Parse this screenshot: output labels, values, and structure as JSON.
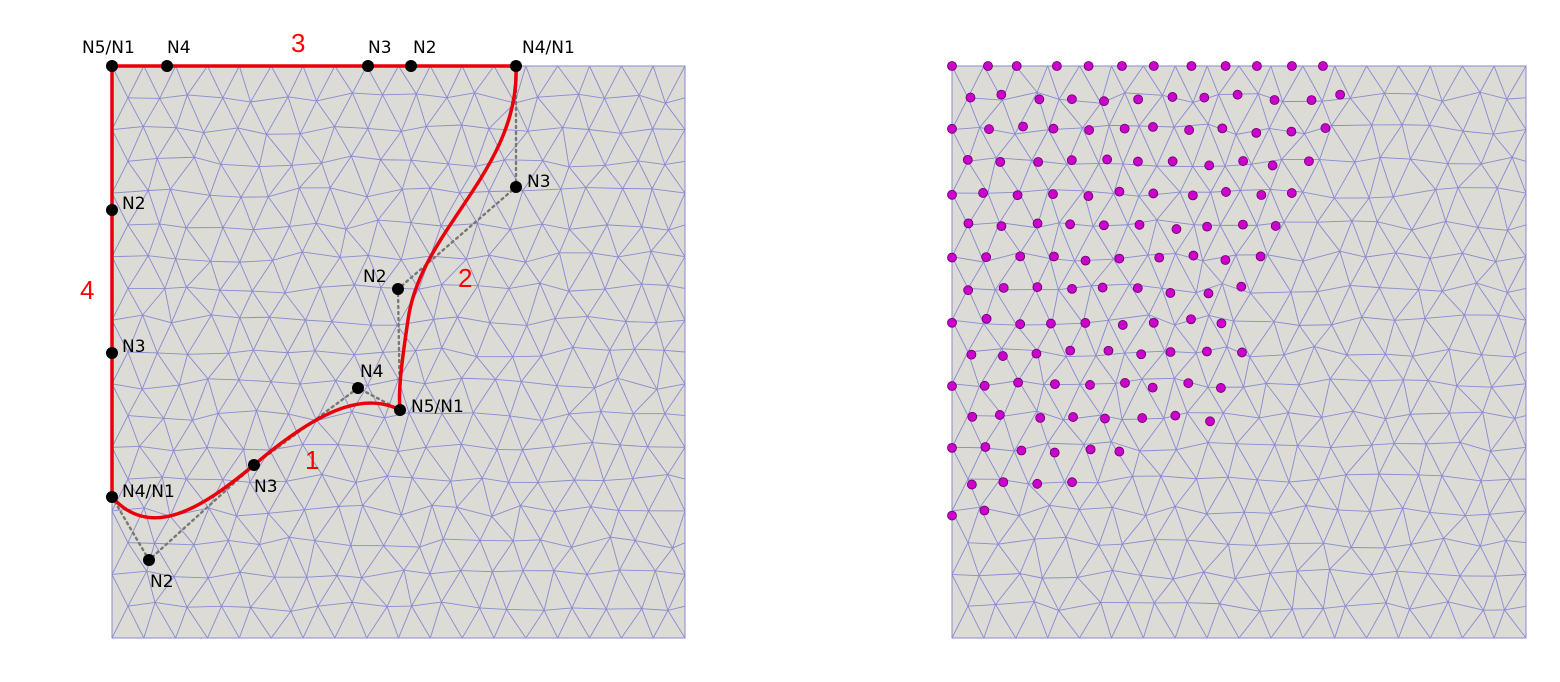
{
  "colors": {
    "panel_fill": "#dcdbd6",
    "mesh_edge": "#8a8ad0",
    "curve": "#e8000b",
    "control_polygon": "#777777",
    "node": "#000000",
    "particle": "#cc00cc",
    "curve_label": "#ff0000"
  },
  "left_panel": {
    "curves": [
      {
        "id": "1",
        "label": "1",
        "nodes": [
          "N5/N1",
          "N4",
          "N3",
          "N2",
          "N4/N1"
        ]
      },
      {
        "id": "2",
        "label": "2",
        "nodes": [
          "N5/N1",
          "N2",
          "N3",
          "N4/N1"
        ]
      },
      {
        "id": "3",
        "label": "3",
        "nodes": [
          "N5/N1",
          "N4",
          "N3",
          "N2",
          "N4/N1"
        ]
      },
      {
        "id": "4",
        "label": "4",
        "nodes": [
          "N5/N1",
          "N2",
          "N3",
          "N4/N1"
        ]
      }
    ],
    "node_labels": {
      "top_left": "N5/N1",
      "top_n4": "N4",
      "top_n3": "N3",
      "top_n2": "N2",
      "top_right": "N4/N1",
      "left_n2": "N2",
      "left_n3": "N3",
      "left_bottom": "N4/N1",
      "c2_n3": "N3",
      "c2_n2": "N2",
      "c1_n4": "N4",
      "mid_junction": "N5/N1",
      "c1_n3": "N3",
      "c1_n2": "N2"
    }
  },
  "right_panel": {
    "particle_icon": "circle-marker"
  }
}
